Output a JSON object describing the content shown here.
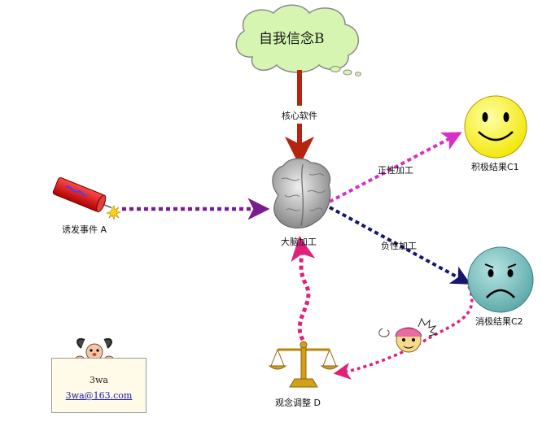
{
  "nodes": {
    "belief": "自我信念B",
    "event": "诱发事件 A",
    "brain": "大脑加工",
    "positive_result": "积极结果C1",
    "negative_result": "消极结果C2",
    "adjust": "观念调整 D"
  },
  "edges": {
    "core": "核心软件",
    "positive": "正性加工",
    "negative": "负性加工"
  },
  "card": {
    "name": "3wa",
    "email": "3wa@163.com"
  },
  "colors": {
    "cloud": "#d6f5b0",
    "arrow_event": "#7a1b8f",
    "arrow_core": "#b5240f",
    "arrow_positive": "#d62fc8",
    "arrow_negative": "#16166e",
    "arrow_feedback": "#e0217a",
    "happy_face": "#ffff1a",
    "sad_face": "#7ec4c4",
    "scale": "#d4a017"
  },
  "icons": [
    "cloud-icon",
    "firecracker-icon",
    "brain-icon",
    "smiley-icon",
    "sad-face-icon",
    "balance-scale-icon",
    "cartoon-head-icon",
    "peeking-character-icon"
  ]
}
